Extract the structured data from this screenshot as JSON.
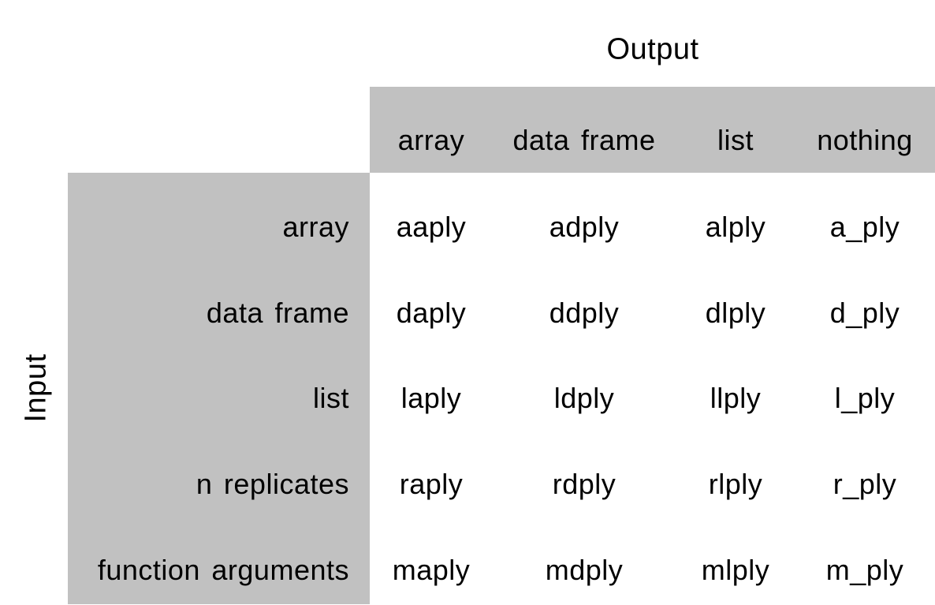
{
  "chart_data": {
    "type": "table",
    "title": "Output",
    "row_axis_label": "Input",
    "columns": [
      "array",
      "data frame",
      "list",
      "nothing"
    ],
    "rows": [
      {
        "label": "array",
        "cells": [
          "aaply",
          "adply",
          "alply",
          "a_ply"
        ]
      },
      {
        "label": "data frame",
        "cells": [
          "daply",
          "ddply",
          "dlply",
          "d_ply"
        ]
      },
      {
        "label": "list",
        "cells": [
          "laply",
          "ldply",
          "llply",
          "l_ply"
        ]
      },
      {
        "label": "n replicates",
        "cells": [
          "raply",
          "rdply",
          "rlply",
          "r_ply"
        ]
      },
      {
        "label": "function arguments",
        "cells": [
          "maply",
          "mdply",
          "mlply",
          "m_ply"
        ]
      }
    ],
    "layout": {
      "legend_position": "none",
      "grid": "off",
      "header_style": "shaded bands on top (column outputs) and left (row inputs)"
    }
  },
  "colors": {
    "header_band_bg": "#c1c1c1",
    "background": "#ffffff",
    "text": "#000000"
  }
}
